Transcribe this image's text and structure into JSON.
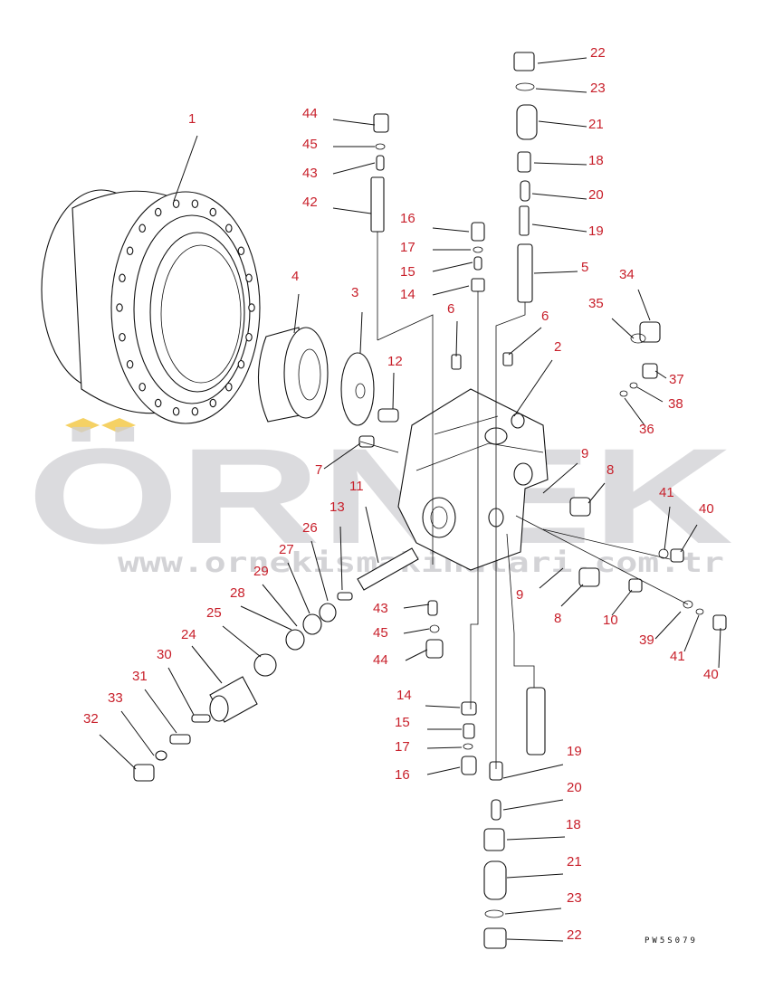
{
  "callouts": [
    {
      "id": "c1",
      "label": "1"
    },
    {
      "id": "c2",
      "label": "2"
    },
    {
      "id": "c3",
      "label": "3"
    },
    {
      "id": "c4",
      "label": "4"
    },
    {
      "id": "c5",
      "label": "5"
    },
    {
      "id": "c6a",
      "label": "6"
    },
    {
      "id": "c6b",
      "label": "6"
    },
    {
      "id": "c7",
      "label": "7"
    },
    {
      "id": "c8a",
      "label": "8"
    },
    {
      "id": "c8b",
      "label": "8"
    },
    {
      "id": "c9a",
      "label": "9"
    },
    {
      "id": "c9b",
      "label": "9"
    },
    {
      "id": "c10",
      "label": "10"
    },
    {
      "id": "c11",
      "label": "11"
    },
    {
      "id": "c12",
      "label": "12"
    },
    {
      "id": "c13",
      "label": "13"
    },
    {
      "id": "c14a",
      "label": "14"
    },
    {
      "id": "c14b",
      "label": "14"
    },
    {
      "id": "c15a",
      "label": "15"
    },
    {
      "id": "c15b",
      "label": "15"
    },
    {
      "id": "c16a",
      "label": "16"
    },
    {
      "id": "c16b",
      "label": "16"
    },
    {
      "id": "c17a",
      "label": "17"
    },
    {
      "id": "c17b",
      "label": "17"
    },
    {
      "id": "c18a",
      "label": "18"
    },
    {
      "id": "c18b",
      "label": "18"
    },
    {
      "id": "c19a",
      "label": "19"
    },
    {
      "id": "c19b",
      "label": "19"
    },
    {
      "id": "c20a",
      "label": "20"
    },
    {
      "id": "c20b",
      "label": "20"
    },
    {
      "id": "c21a",
      "label": "21"
    },
    {
      "id": "c21b",
      "label": "21"
    },
    {
      "id": "c22a",
      "label": "22"
    },
    {
      "id": "c22b",
      "label": "22"
    },
    {
      "id": "c23a",
      "label": "23"
    },
    {
      "id": "c23b",
      "label": "23"
    },
    {
      "id": "c24",
      "label": "24"
    },
    {
      "id": "c25",
      "label": "25"
    },
    {
      "id": "c26",
      "label": "26"
    },
    {
      "id": "c27",
      "label": "27"
    },
    {
      "id": "c28",
      "label": "28"
    },
    {
      "id": "c29",
      "label": "29"
    },
    {
      "id": "c30",
      "label": "30"
    },
    {
      "id": "c31",
      "label": "31"
    },
    {
      "id": "c32",
      "label": "32"
    },
    {
      "id": "c33",
      "label": "33"
    },
    {
      "id": "c34",
      "label": "34"
    },
    {
      "id": "c35",
      "label": "35"
    },
    {
      "id": "c36",
      "label": "36"
    },
    {
      "id": "c37",
      "label": "37"
    },
    {
      "id": "c38",
      "label": "38"
    },
    {
      "id": "c39",
      "label": "39"
    },
    {
      "id": "c40a",
      "label": "40"
    },
    {
      "id": "c40b",
      "label": "40"
    },
    {
      "id": "c41a",
      "label": "41"
    },
    {
      "id": "c41b",
      "label": "41"
    },
    {
      "id": "c42",
      "label": "42"
    },
    {
      "id": "c43a",
      "label": "43"
    },
    {
      "id": "c43b",
      "label": "43"
    },
    {
      "id": "c44a",
      "label": "44"
    },
    {
      "id": "c44b",
      "label": "44"
    },
    {
      "id": "c45a",
      "label": "45"
    },
    {
      "id": "c45b",
      "label": "45"
    }
  ],
  "watermark": {
    "brand": "ÖRNEK",
    "url": "www.ornekismakinalari.com.tr"
  },
  "drawing_code": "PW5S079",
  "colors": {
    "callout": "#c8202b",
    "line": "#111111",
    "watermark": "#cfcfd3",
    "accent": "#f2c230"
  }
}
